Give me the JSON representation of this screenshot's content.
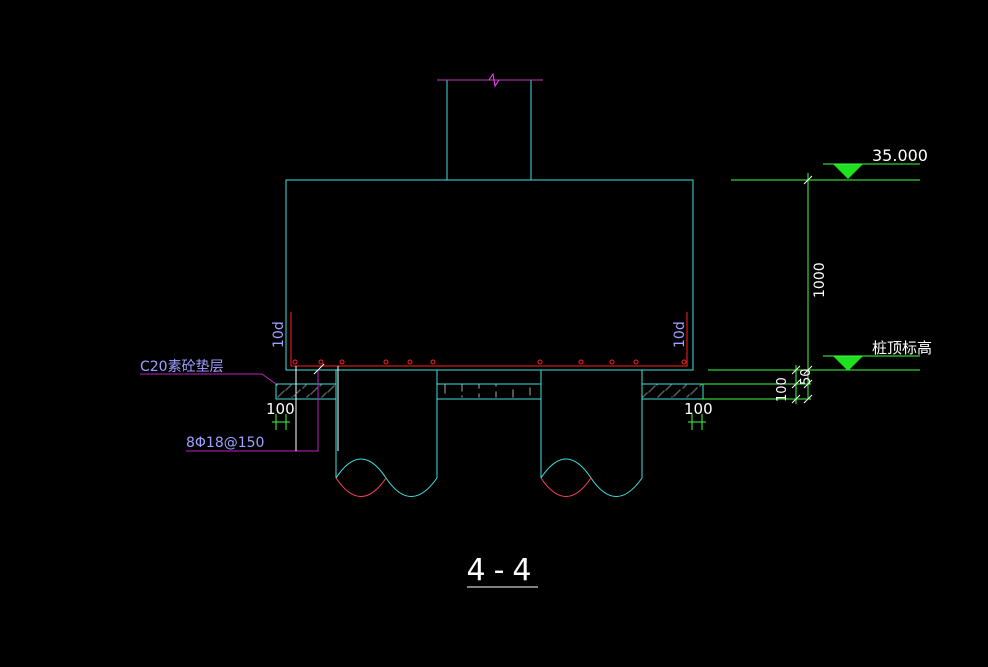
{
  "drawing": {
    "section_label": "4-4",
    "elevation_top": "35.000",
    "elevation_pile_top": "桩顶标高",
    "dim_height": "1000",
    "dim_50": "50",
    "dim_100_right": "100",
    "dim_100_left": "100",
    "dim_100_right_bottom": "100",
    "anchor_left": "10d",
    "anchor_right": "10d",
    "cushion_label": "C20素砼垫层",
    "rebar_label": "8Φ18@150"
  },
  "colors": {
    "background": "#000000",
    "outline": "#40e0e0",
    "rebar": "#ff2020",
    "leader": "#c020c0",
    "text_white": "#ffffff",
    "text_violet": "#a0a0ff",
    "dim_green": "#40ff40",
    "marker_green": "#20e020",
    "column_break": "#c040c0"
  }
}
